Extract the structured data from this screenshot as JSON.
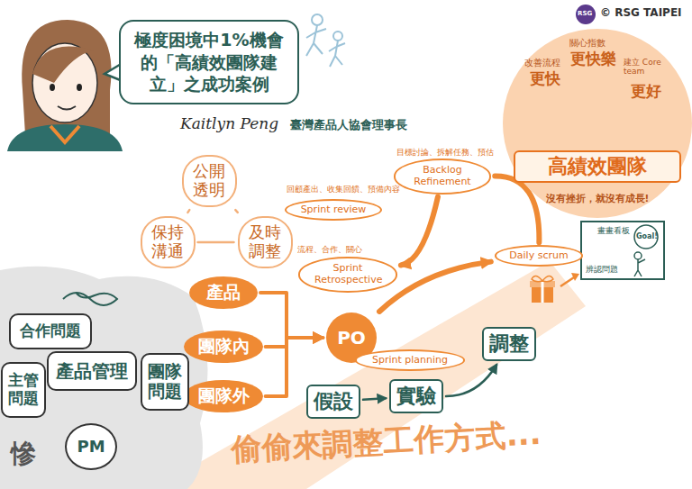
{
  "diagram": {
    "title": "極度困境中1%機會的「高績效團隊建立」之成功案例",
    "nodes": [
      {
        "text": [
          "沒有挫折，就沒有成長!"
        ]
      },
      {
        "text": [
          "高績效團隊"
        ],
        "in": 0
      },
      {
        "text": [
          "公開透明"
        ]
      },
      {
        "text": [
          "保持溝通"
        ]
      },
      {
        "text": [
          "及時調整"
        ]
      },
      {
        "text": [
          "Backlog Refinement"
        ]
      },
      {
        "text": [
          "Sprint review"
        ]
      },
      {
        "text": [
          "Sprint Retrospective"
        ]
      },
      {
        "text": [
          "Daily scrum"
        ]
      },
      {
        "text": [
          "產品"
        ]
      },
      {
        "text": [
          "團隊內"
        ]
      },
      {
        "text": [
          "團隊外"
        ]
      },
      {
        "text": [
          "PO"
        ]
      },
      {
        "text": [
          "Sprint planning"
        ]
      },
      {
        "text": [
          "假設"
        ]
      },
      {
        "text": [
          "實驗"
        ]
      },
      {
        "text": [
          "調整"
        ]
      },
      {
        "text": [
          "合作問題"
        ]
      },
      {
        "text": [
          "主管問題"
        ]
      },
      {
        "text": [
          "產品管理"
        ]
      },
      {
        "text": [
          "團隊問題"
        ]
      },
      {
        "text": [
          "PM"
        ]
      }
    ],
    "edges": [
      {
        "from": 2,
        "to": 3,
        "arrow": "none"
      },
      {
        "from": 2,
        "to": 4,
        "arrow": "none"
      },
      {
        "from": 3,
        "to": 4,
        "arrow": "none"
      },
      {
        "from": 9,
        "to": 12,
        "arrow": "to"
      },
      {
        "from": 10,
        "to": 12,
        "arrow": "to"
      },
      {
        "from": 11,
        "to": 12,
        "arrow": "to"
      },
      {
        "from": 12,
        "to": 8,
        "arrow": "to"
      },
      {
        "from": 8,
        "to": 5,
        "arrow": "none"
      },
      {
        "from": 5,
        "to": 7,
        "arrow": "to"
      },
      {
        "from": 14,
        "to": 15,
        "arrow": "to"
      },
      {
        "from": 15,
        "to": 16,
        "arrow": "to"
      }
    ],
    "labels": [
      "RSG",
      "© RSG TAIPEI",
      "Kaitlyn Peng",
      "臺灣產品人協會理事長",
      "改善流程",
      "更快",
      "關心指數",
      "更快樂",
      "建立 Core team",
      "更好",
      "回顧產出、收集回饋、預備內容",
      "流程、合作、關心",
      "目標討論、拆解任務、預估",
      "畫畫看板",
      "Goal!",
      "辨認問題",
      "偷偷來調整工作方式...",
      "慘"
    ]
  }
}
